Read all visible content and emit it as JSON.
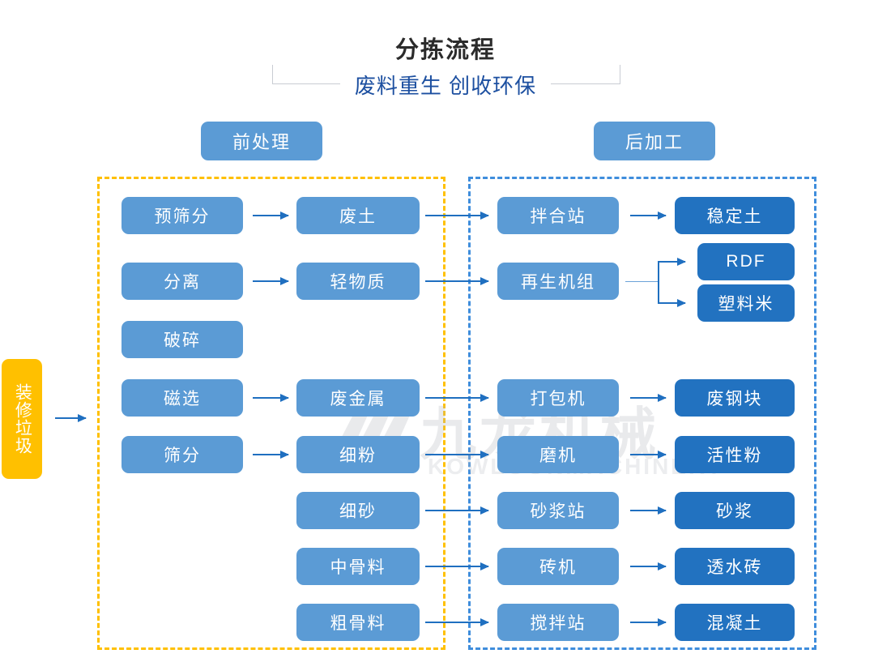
{
  "title": {
    "main": "分拣流程",
    "sub": "废料重生 创收环保"
  },
  "sections": {
    "pre": "前处理",
    "post": "后加工"
  },
  "input": {
    "label": "装修垃圾"
  },
  "columns": {
    "pre_process": [
      {
        "label": "预筛分"
      },
      {
        "label": "分离"
      },
      {
        "label": "破碎"
      },
      {
        "label": "磁选"
      },
      {
        "label": "筛分"
      }
    ],
    "pre_output": [
      {
        "label": "废土"
      },
      {
        "label": "轻物质"
      },
      {
        "label": "废金属"
      },
      {
        "label": "细粉"
      },
      {
        "label": "细砂"
      },
      {
        "label": "中骨料"
      },
      {
        "label": "粗骨料"
      }
    ],
    "post_machine": [
      {
        "label": "拌合站"
      },
      {
        "label": "再生机组"
      },
      {
        "label": "打包机"
      },
      {
        "label": "磨机"
      },
      {
        "label": "砂浆站"
      },
      {
        "label": "砖机"
      },
      {
        "label": "搅拌站"
      }
    ],
    "post_product": [
      {
        "label": "稳定土"
      },
      {
        "label": "RDF"
      },
      {
        "label": "塑料米"
      },
      {
        "label": "废钢块"
      },
      {
        "label": "活性粉"
      },
      {
        "label": "砂浆"
      },
      {
        "label": "透水砖"
      },
      {
        "label": "混凝土"
      }
    ]
  },
  "watermark": {
    "text": "九龙机械",
    "sub": "KOWLOONMACHINERY"
  },
  "colors": {
    "light_blue": "#5B9BD5",
    "dark_blue": "#2272C0",
    "yellow": "#FFC000",
    "arrow_blue": "#1F6FC0",
    "title_blue": "#1C4FA0",
    "dash_blue": "#3F8DDC"
  }
}
